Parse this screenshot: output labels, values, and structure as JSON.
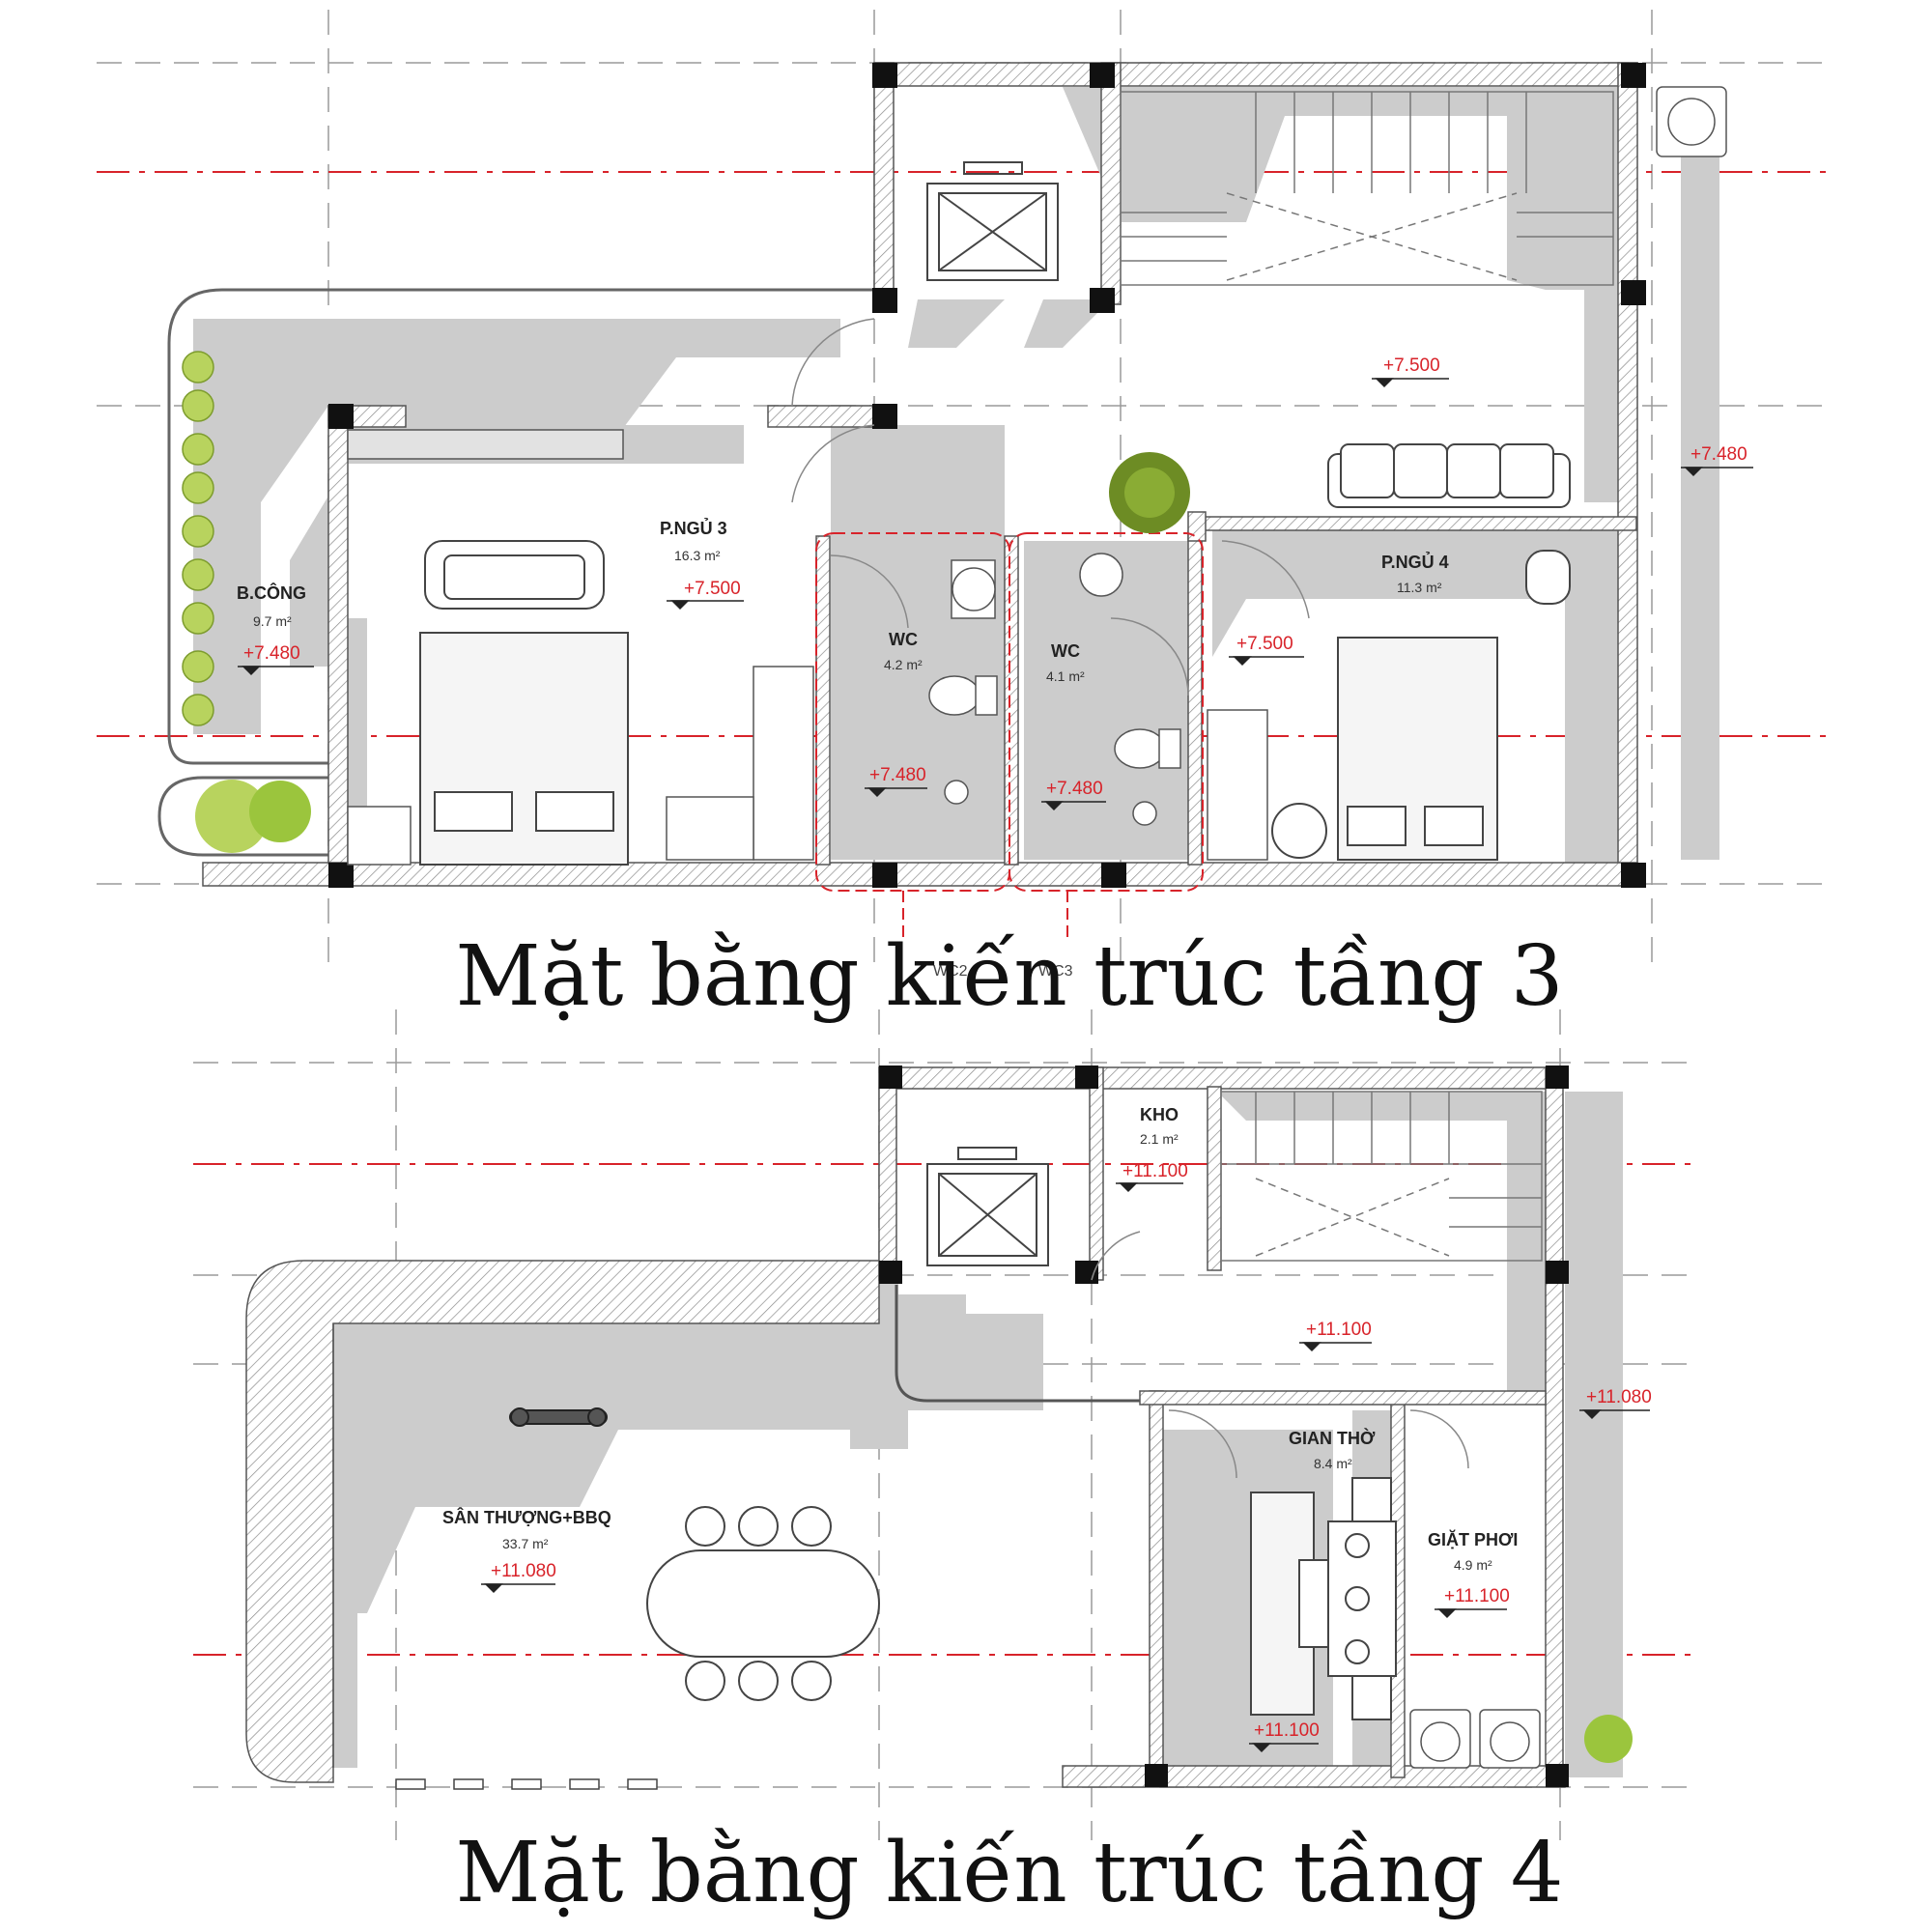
{
  "floor3": {
    "caption": "Mặt bằng kiến trúc tầng 3",
    "rooms": {
      "balcony": {
        "name": "B.CÔNG",
        "area": "9.7 m²",
        "level": "+7.480"
      },
      "bedroom3": {
        "name": "P.NGỦ 3",
        "area": "16.3 m²",
        "level": "+7.500"
      },
      "wc_left": {
        "name": "WC",
        "area": "4.2 m²",
        "level": "+7.480"
      },
      "wc_right": {
        "name": "WC",
        "area": "4.1 m²",
        "level": "+7.480"
      },
      "bedroom4": {
        "name": "P.NGỦ 4",
        "area": "11.3 m²",
        "level": "+7.500"
      },
      "hall": {
        "level": "+7.500"
      },
      "side": {
        "level": "+7.480"
      }
    },
    "tags": {
      "wc2": "WC2",
      "wc3": "WC3"
    }
  },
  "floor4": {
    "caption": "Mặt bằng kiến trúc tầng 4",
    "rooms": {
      "storage": {
        "name": "KHO",
        "area": "2.1 m²",
        "level": "+11.100"
      },
      "terrace": {
        "name": "SÂN THƯỢNG+BBQ",
        "area": "33.7 m²",
        "level": "+11.080"
      },
      "hall": {
        "level": "+11.100"
      },
      "altar": {
        "name": "GIAN THỜ",
        "area": "8.4 m²",
        "level": "+11.100"
      },
      "laundry": {
        "name": "GIẶT PHƠI",
        "area": "4.9 m²",
        "level": "+11.100"
      },
      "side": {
        "level": "+11.080"
      }
    }
  },
  "colors": {
    "wall": "#555555",
    "column": "#111111",
    "shadow": "#cccccc",
    "axis": "#d8232a",
    "grid": "#9a9a9a",
    "plant": "#9bc53d"
  }
}
